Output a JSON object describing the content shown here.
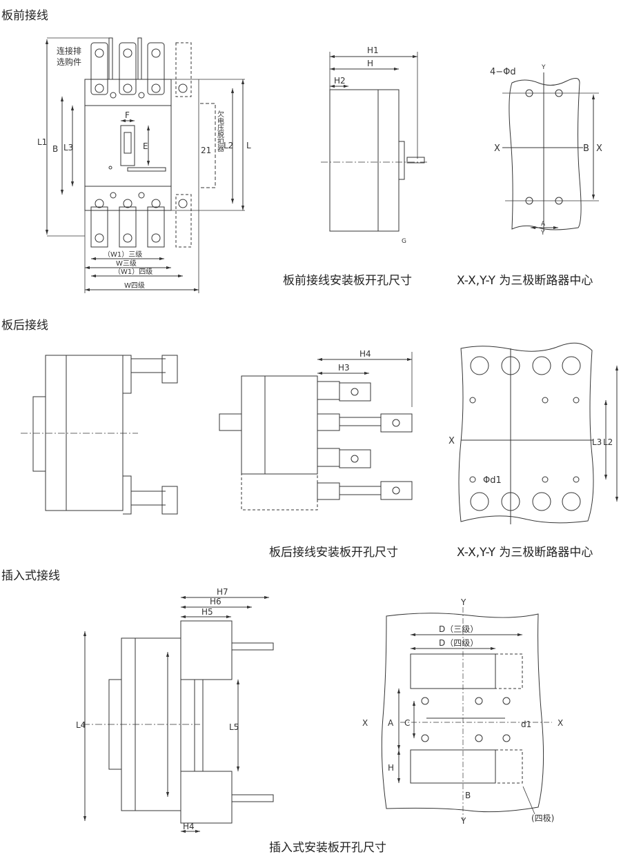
{
  "sections": {
    "front": "板前接线",
    "rear": "板后接线",
    "plugin": "插入式接线"
  },
  "captions": {
    "front_panel": "板前接线安装板开孔尺寸",
    "front_center": "X-X,Y-Y 为三极断路器中心",
    "rear_panel": "板后接线安装板开孔尺寸",
    "rear_center": "X-X,Y-Y 为三极断路器中心",
    "plugin_panel": "插入式安装板开孔尺寸"
  },
  "labels": {
    "connector_1": "连接排",
    "connector_2": "选购件",
    "undervoltage": "欠电压脱扣器",
    "L1": "L1",
    "B": "B",
    "L3": "L3",
    "F": "F",
    "E": "E",
    "n21": "21",
    "L2": "L2",
    "L": "L",
    "w1_3": "（W1）三级",
    "w_3": "W三级",
    "w1_4": "（W1）四级",
    "w_4": "W四级",
    "H1": "H1",
    "H": "H",
    "H2": "H2",
    "G": "G",
    "holes4": "4−Φd",
    "X": "X",
    "Y": "Y",
    "A": "A",
    "H3": "H3",
    "H4": "H4",
    "phi_d1": "Φd1",
    "H5": "H5",
    "H6": "H6",
    "H7": "H7",
    "L4": "L4",
    "L5": "L5",
    "D3": "D（三级）",
    "D4": "D（四级）",
    "C": "C",
    "d1": "d1",
    "four_pole": "(四极)"
  },
  "colors": {
    "line": "#333333"
  }
}
